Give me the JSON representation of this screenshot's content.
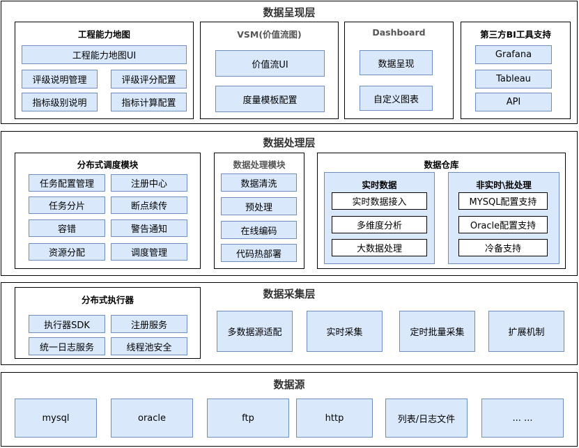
{
  "presentation_layer": {
    "title": "数据呈现层",
    "capability_map": {
      "title": "工程能力地图",
      "items": [
        "工程能力地图UI",
        "评级说明管理",
        "评级评分配置",
        "指标级别说明",
        "指标计算配置"
      ]
    },
    "vsm": {
      "title": "VSM(价值流图)",
      "items": [
        "价值流UI",
        "度量模板配置"
      ]
    },
    "dashboard": {
      "title": "Dashboard",
      "items": [
        "数据呈现",
        "自定义图表"
      ]
    },
    "bi": {
      "title": "第三方BI工具支持",
      "items": [
        "Grafana",
        "Tableau",
        "API"
      ]
    }
  },
  "processing_layer": {
    "title": "数据处理层",
    "scheduler": {
      "title": "分布式调度模块",
      "items": [
        "任务配置管理",
        "注册中心",
        "任务分片",
        "断点续传",
        "容错",
        "警告通知",
        "资源分配",
        "调度管理"
      ]
    },
    "processing": {
      "title": "数据处理模块",
      "items": [
        "数据清洗",
        "预处理",
        "在线编码",
        "代码热部署"
      ]
    },
    "warehouse": {
      "title": "数据仓库",
      "realtime": {
        "title": "实时数据",
        "items": [
          "实时数据接入",
          "多维度分析",
          "大数据处理"
        ]
      },
      "batch": {
        "title": "非实时\\批处理",
        "items": [
          "MYSQL配置支持",
          "Oracle配置支持",
          "冷备支持"
        ]
      }
    }
  },
  "collection_layer": {
    "title": "数据采集层",
    "executor": {
      "title": "分布式执行器",
      "items": [
        "执行器SDK",
        "注册服务",
        "统一日志服务",
        "线程池安全"
      ]
    },
    "items": [
      "多数据源适配",
      "实时采集",
      "定时批量采集",
      "扩展机制"
    ]
  },
  "source_layer": {
    "title": "数据源",
    "items": [
      "mysql",
      "oracle",
      "ftp",
      "http",
      "列表/日志文件",
      "... ..."
    ]
  }
}
